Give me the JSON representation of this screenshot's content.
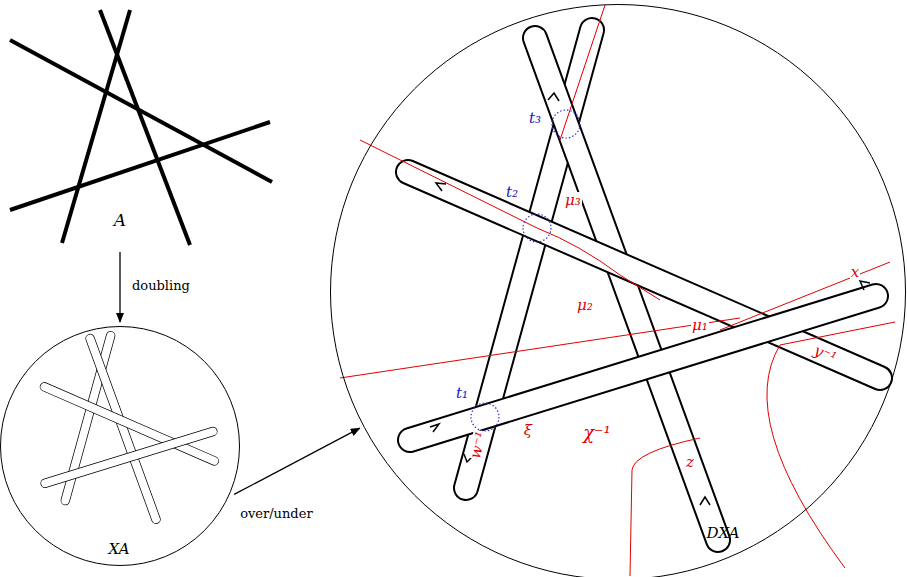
{
  "diagram": {
    "nodes": [
      {
        "text": [
          "A"
        ]
      },
      {
        "text": [
          "XA"
        ]
      },
      {
        "text": [
          "DXA"
        ]
      }
    ],
    "edges": [
      {
        "from": 0,
        "to": 1,
        "arrow": "to",
        "label": "doubling"
      },
      {
        "from": 1,
        "to": 2,
        "arrow": "to",
        "label": "over/under"
      }
    ],
    "labels": [
      "t₃",
      "t₂",
      "t₁",
      "μ₃",
      "μ₂",
      "μ₁",
      "x",
      "y⁻¹",
      "z",
      "w⁻¹",
      "ξ",
      "χ⁻¹"
    ]
  }
}
